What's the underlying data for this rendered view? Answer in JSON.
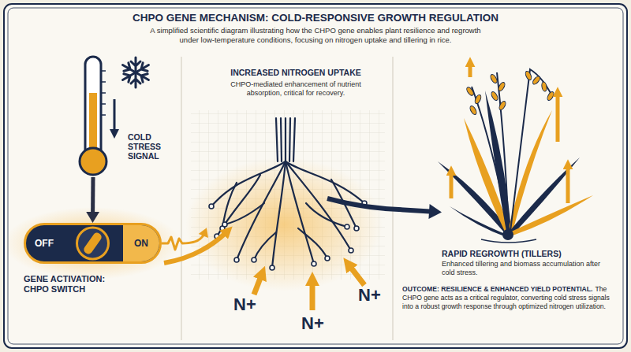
{
  "diagram": {
    "title": "CHPO GENE MECHANISM: COLD-RESPONSIVE GROWTH REGULATION",
    "caption": "A simplified scientific diagram illustrating how the CHPO gene enables plant resilience and regrowth under low-temperature conditions, focusing on nitrogen uptake and tillering in rice.",
    "nodes": [
      {
        "text": [
          "COLD STRESS SIGNAL"
        ]
      },
      {
        "text": [
          "OFF",
          "ON",
          "GENE ACTIVATION: CHPO SWITCH"
        ]
      },
      {
        "text": [
          "INCREASED NITROGEN UPTAKE",
          "CHPO-mediated enhancement of nutrient absorption, critical for recovery."
        ]
      },
      {
        "text": [
          "RAPID REGROWTH (TILLERS)",
          "Enhanced tillering and biomass accumulation after cold stress."
        ]
      }
    ],
    "edges": [
      {
        "from": 0,
        "to": 1,
        "arrow": "to"
      },
      {
        "from": 1,
        "to": 2,
        "arrow": "to"
      },
      {
        "from": 2,
        "to": 3,
        "arrow": "to"
      }
    ],
    "labels": [
      "N+",
      "N+",
      "N+",
      "OUTCOME: RESILIENCE & ENHANCED YIELD POTENTIAL.",
      "The CHPO gene acts as a critical regulator, converting cold stress signals into a robust growth response through optimized nitrogen utilization."
    ]
  }
}
